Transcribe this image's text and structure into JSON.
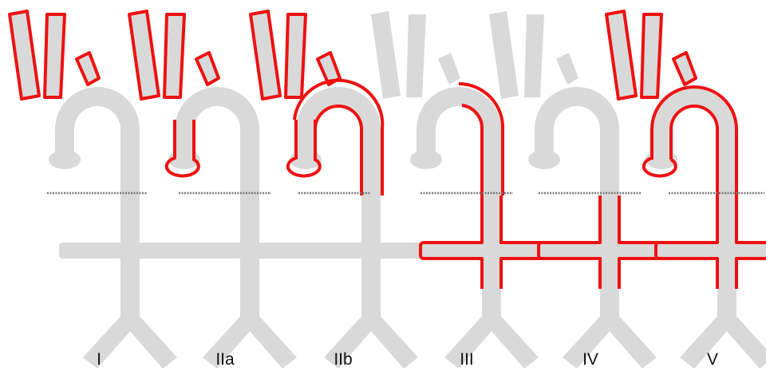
{
  "diagram": {
    "type_labels": [
      "I",
      "IIa",
      "IIb",
      "III",
      "IV",
      "V"
    ],
    "colors": {
      "vessel_fill": "#d9d9d9",
      "highlight_stroke": "#ee1111",
      "level_line": "#777777",
      "background": "#ffffff",
      "label_text": "#111111"
    }
  }
}
